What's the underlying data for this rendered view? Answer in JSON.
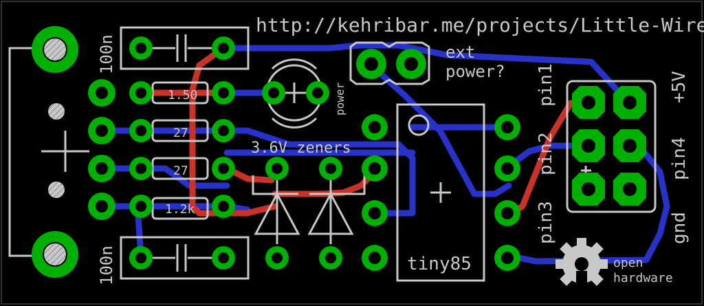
{
  "url_label": "http://kehribar.me/projects/Little-Wire",
  "ext_power_label": [
    "ext",
    "power?"
  ],
  "power_led_label": "power",
  "zeners_label": "3.6V zeners",
  "chip_label": "tiny85",
  "cap_labels": [
    "100n",
    "100n"
  ],
  "resistor_labels": [
    "1.50",
    "27",
    "27",
    "1.2k"
  ],
  "header_pin_labels": {
    "pin1": "pin1",
    "pin2": "pin2",
    "pin3": "pin3",
    "pin4": "pin4",
    "plus5v": "+5V",
    "gnd": "gnd"
  },
  "oshw_label": [
    "open",
    "hardware"
  ],
  "colors": {
    "background": "#000000",
    "silkscreen": "#c8c8c8",
    "pad": "#00b000",
    "top_trace": "#c83228",
    "bottom_trace": "#2832c8"
  }
}
